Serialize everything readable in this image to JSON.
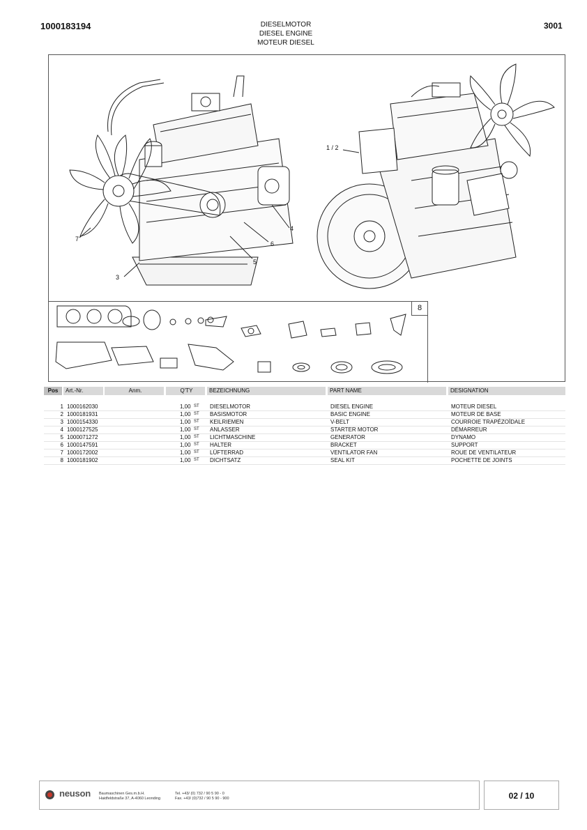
{
  "header": {
    "doc_number": "1000183194",
    "title_de": "DIESELMOTOR",
    "title_en": "DIESEL ENGINE",
    "title_fr": "MOTEUR DIESEL",
    "group_number": "3001"
  },
  "figure": {
    "callouts": {
      "c12": "1 / 2",
      "c3": "3",
      "c4": "4",
      "c5": "5",
      "c6": "6",
      "c7": "7",
      "c8": "8"
    }
  },
  "table": {
    "headers": {
      "pos": "Pos",
      "art": "Art.-Nr.",
      "anm": "Anm.",
      "qty": "Q'TY",
      "de": "BEZEICHNUNG",
      "en": "PART NAME",
      "fr": "DESIGNATION"
    },
    "rows": [
      {
        "pos": "1",
        "art": "1000162030",
        "qty": "1,00",
        "unit": "ST",
        "de": "DIESELMOTOR",
        "en": "DIESEL ENGINE",
        "fr": "MOTEUR DIESEL"
      },
      {
        "pos": "2",
        "art": "1000181931",
        "qty": "1,00",
        "unit": "ST",
        "de": "BASISMOTOR",
        "en": "BASIC ENGINE",
        "fr": "MOTEUR DE BASE"
      },
      {
        "pos": "3",
        "art": "1000154330",
        "qty": "1,00",
        "unit": "ST",
        "de": "KEILRIEMEN",
        "en": "V-BELT",
        "fr": "COURROIE TRAPÉZOÏDALE"
      },
      {
        "pos": "4",
        "art": "1000127525",
        "qty": "1,00",
        "unit": "ST",
        "de": "ANLASSER",
        "en": "STARTER MOTOR",
        "fr": "DÉMARREUR"
      },
      {
        "pos": "5",
        "art": "1000071272",
        "qty": "1,00",
        "unit": "ST",
        "de": "LICHTMASCHINE",
        "en": "GENERATOR",
        "fr": "DYNAMO"
      },
      {
        "pos": "6",
        "art": "1000147591",
        "qty": "1,00",
        "unit": "ST",
        "de": "HALTER",
        "en": "BRACKET",
        "fr": "SUPPORT"
      },
      {
        "pos": "7",
        "art": "1000172002",
        "qty": "1,00",
        "unit": "ST",
        "de": "LÜFTERRAD",
        "en": "VENTILATOR FAN",
        "fr": "ROUE DE VENTILATEUR"
      },
      {
        "pos": "8",
        "art": "1000181902",
        "qty": "1,00",
        "unit": "ST",
        "de": "DICHTSATZ",
        "en": "SEAL KIT",
        "fr": "POCHETTE DE JOINTS"
      }
    ]
  },
  "footer": {
    "brand": "neuson",
    "company": "Baumaschinen Ges.m.b.H.",
    "address": "Haidfeldstraße 37, A-4060 Leonding",
    "tel": "Tel. +43/ (0) 732 / 90 5 90 - 0",
    "fax": "Fax. +43/ (0)732 / 90 5 90 - 900",
    "page": "02 / 10"
  }
}
